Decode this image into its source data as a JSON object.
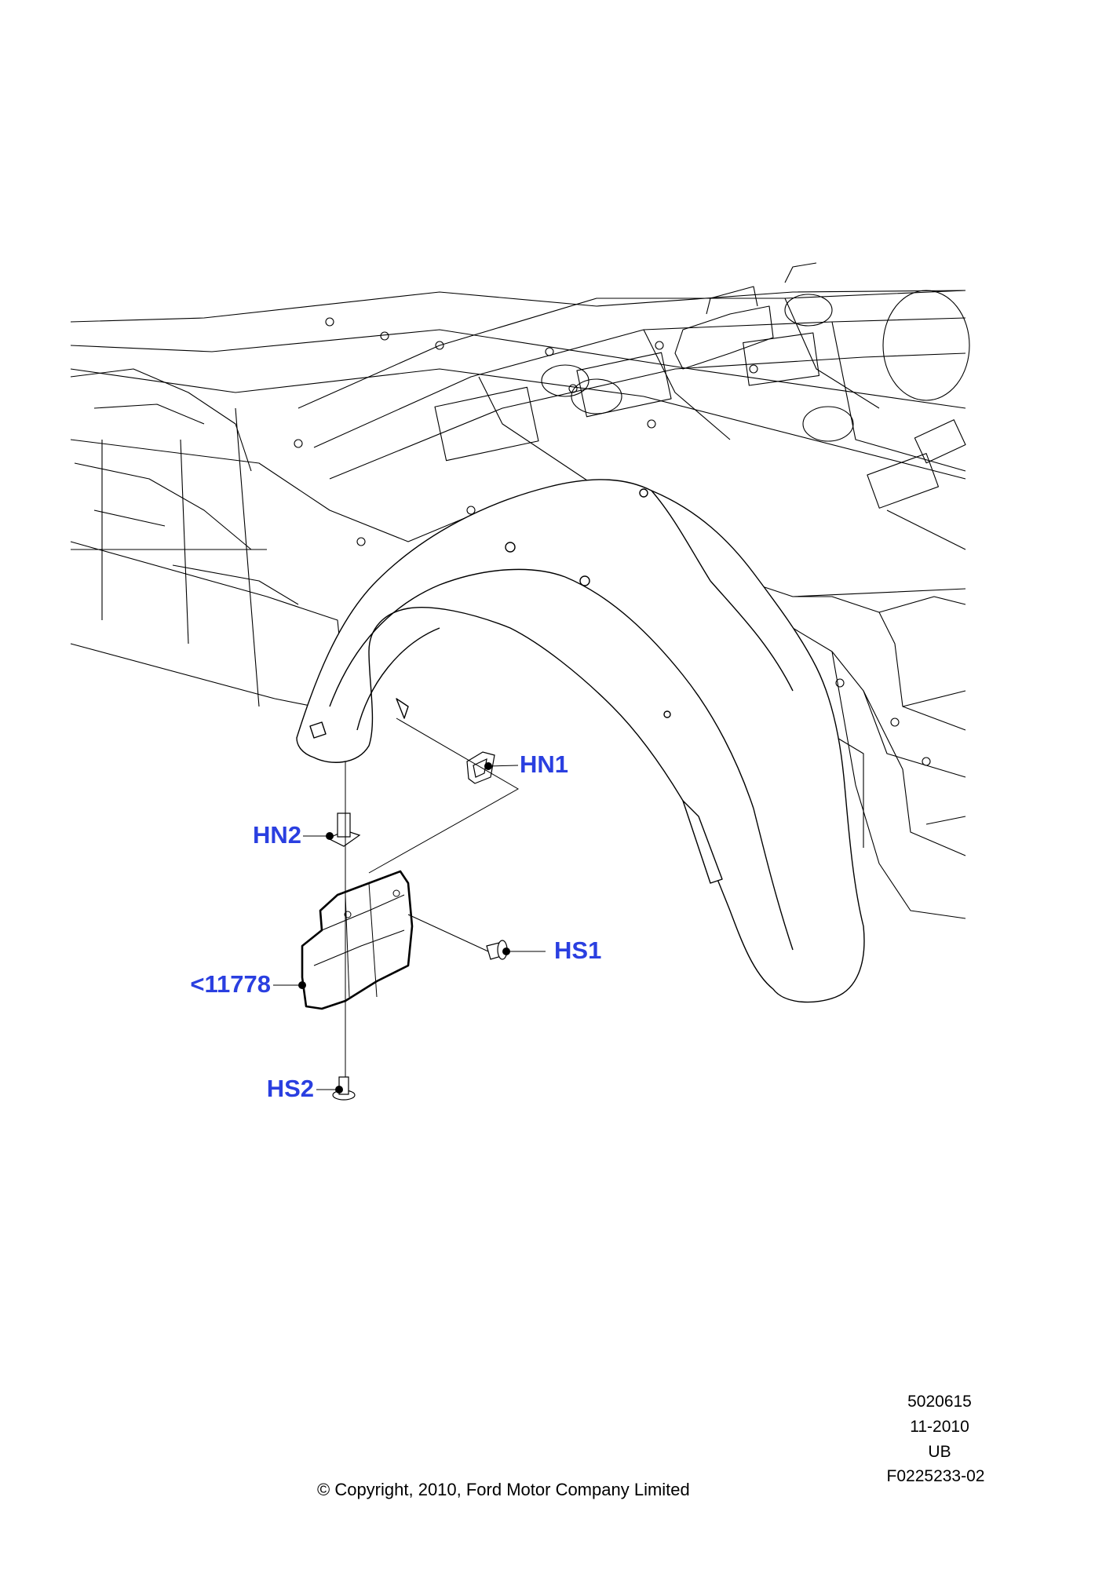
{
  "callouts": [
    {
      "id": "hn1",
      "label": "HN1"
    },
    {
      "id": "hn2",
      "label": "HN2"
    },
    {
      "id": "hs1",
      "label": "HS1"
    },
    {
      "id": "part",
      "label": "<11778"
    },
    {
      "id": "hs2",
      "label": "HS2"
    }
  ],
  "meta": {
    "line1": "5020615",
    "line2": "11-2010",
    "line3": "UB",
    "line4": "F0225233-02"
  },
  "copyright": "© Copyright, 2010, Ford Motor Company Limited",
  "colors": {
    "callout_text": "#2a3fe0",
    "line": "#000000",
    "background": "#ffffff"
  }
}
